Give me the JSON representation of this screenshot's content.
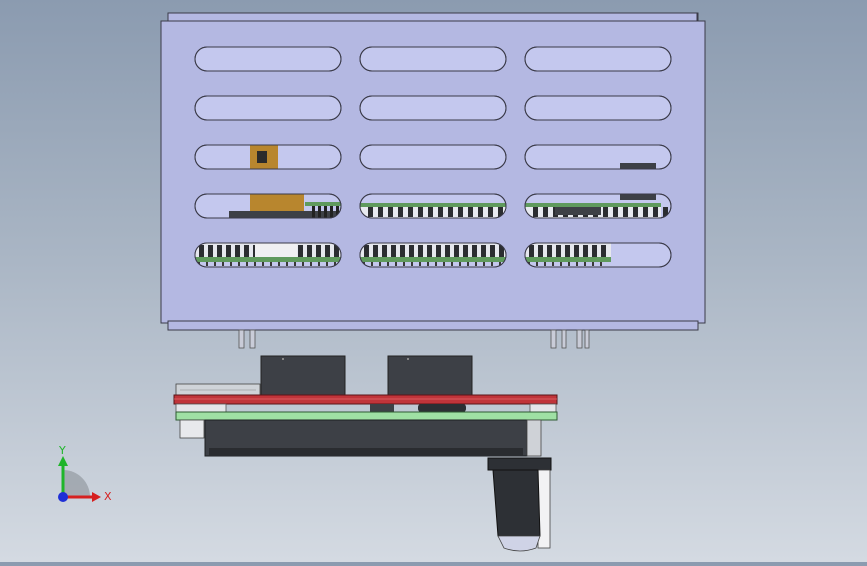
{
  "viewport": {
    "name": "cad-graphics-area",
    "background_top": "#8b9bb0",
    "background_bottom": "#d4dae2"
  },
  "model": {
    "enclosure_color": "#b4b8e2",
    "enclosure_edge": "#3a3a48",
    "slot_rows": 5,
    "slot_cols": 3,
    "pcb_green": "#5f9a5d",
    "pcb_red": "#c0343a",
    "pcb_light_green": "#9fe0a4",
    "component_dark": "#3d4046",
    "connector_gold": "#b8862e"
  },
  "triad": {
    "x_label": "X",
    "y_label": "Y",
    "x_color": "#d62020",
    "y_color": "#1fb52a",
    "z_color": "#1e2fd6"
  }
}
